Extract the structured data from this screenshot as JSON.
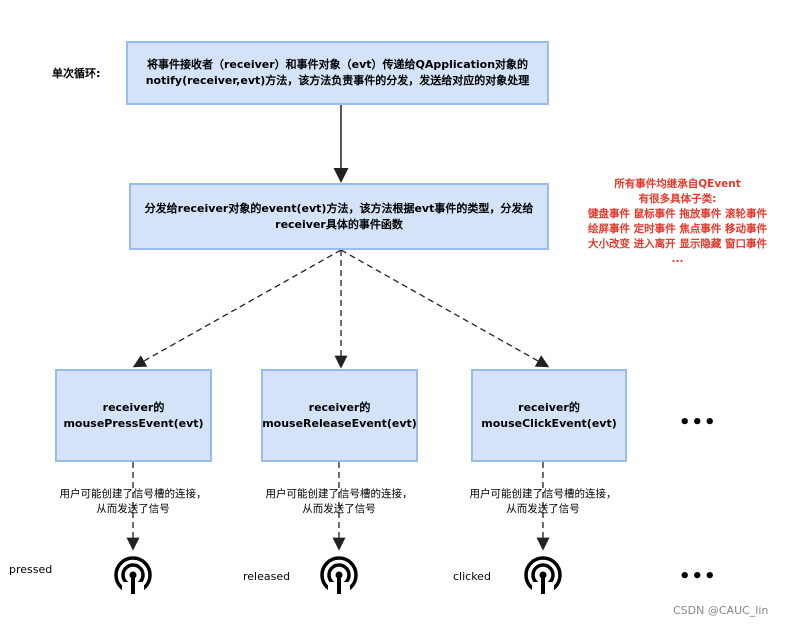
{
  "loop_label": "单次循环:",
  "box_top": "将事件接收者（receiver）和事件对象（evt）传递给QApplication对象的notify(receiver,evt)方法，该方法负责事件的分发，发送给对应的对象处理",
  "box_middle": "分发给receiver对象的event(evt)方法，该方法根据evt事件的类型，分发给receiver具体的事件函数",
  "event_note": [
    "所有事件均继承自QEvent",
    "有很多具体子类:",
    "键盘事件 鼠标事件 拖放事件 滚轮事件",
    "绘屏事件 定时事件 焦点事件 移动事件",
    "大小改变 进入离开 显示隐藏 窗口事件",
    "..."
  ],
  "handlers": [
    {
      "text": "receiver的 mousePressEvent(evt)",
      "note": "用户可能创建了信号槽的连接，从而发送了信号",
      "signal": "pressed"
    },
    {
      "text": "receiver的 mouseReleaseEvent(evt)",
      "note": "用户可能创建了信号槽的连接，从而发送了信号",
      "signal": "released"
    },
    {
      "text": "receiver的 mouseClickEvent(evt)",
      "note": "用户可能创建了信号槽的连接，从而发送了信号",
      "signal": "clicked"
    }
  ],
  "ellipsis": "•••",
  "watermark": "CSDN @CAUC_lin",
  "colors": {
    "box_fill": "#d4e3f8",
    "box_border": "#98bdea",
    "note_red": "#e23b2e"
  },
  "icons": {
    "signal": "broadcast-icon"
  }
}
